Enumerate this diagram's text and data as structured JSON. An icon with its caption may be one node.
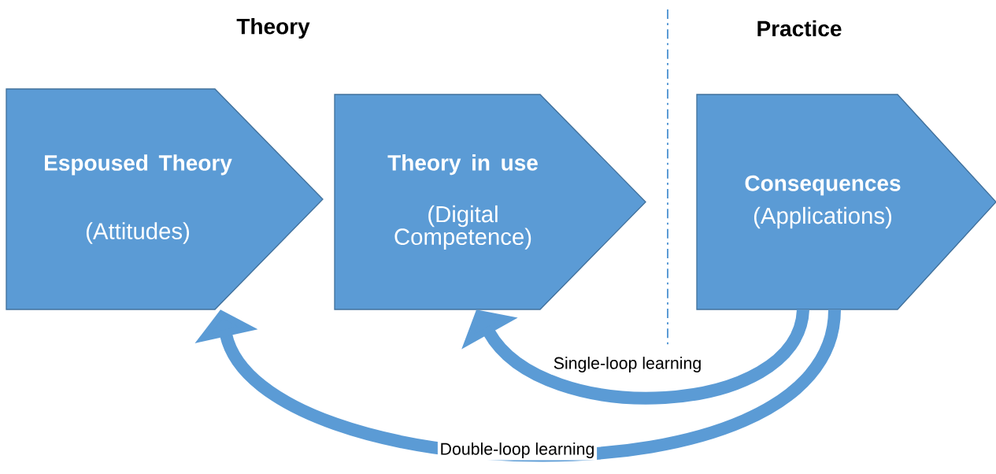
{
  "diagram": {
    "nodes": [
      {
        "text": [
          "Espoused Theory",
          "(Attitudes)"
        ]
      },
      {
        "text": [
          "Theory in use",
          "(Digital Competence)"
        ]
      },
      {
        "text": [
          "Consequences",
          "(Applications)"
        ]
      }
    ],
    "edges": [
      {
        "from": 2,
        "to": 1,
        "arrow": "to",
        "label": "Single-loop learning"
      },
      {
        "from": 2,
        "to": 0,
        "arrow": "to",
        "label": "Double-loop learning"
      }
    ],
    "labels": [
      "Theory",
      "Practice"
    ]
  }
}
